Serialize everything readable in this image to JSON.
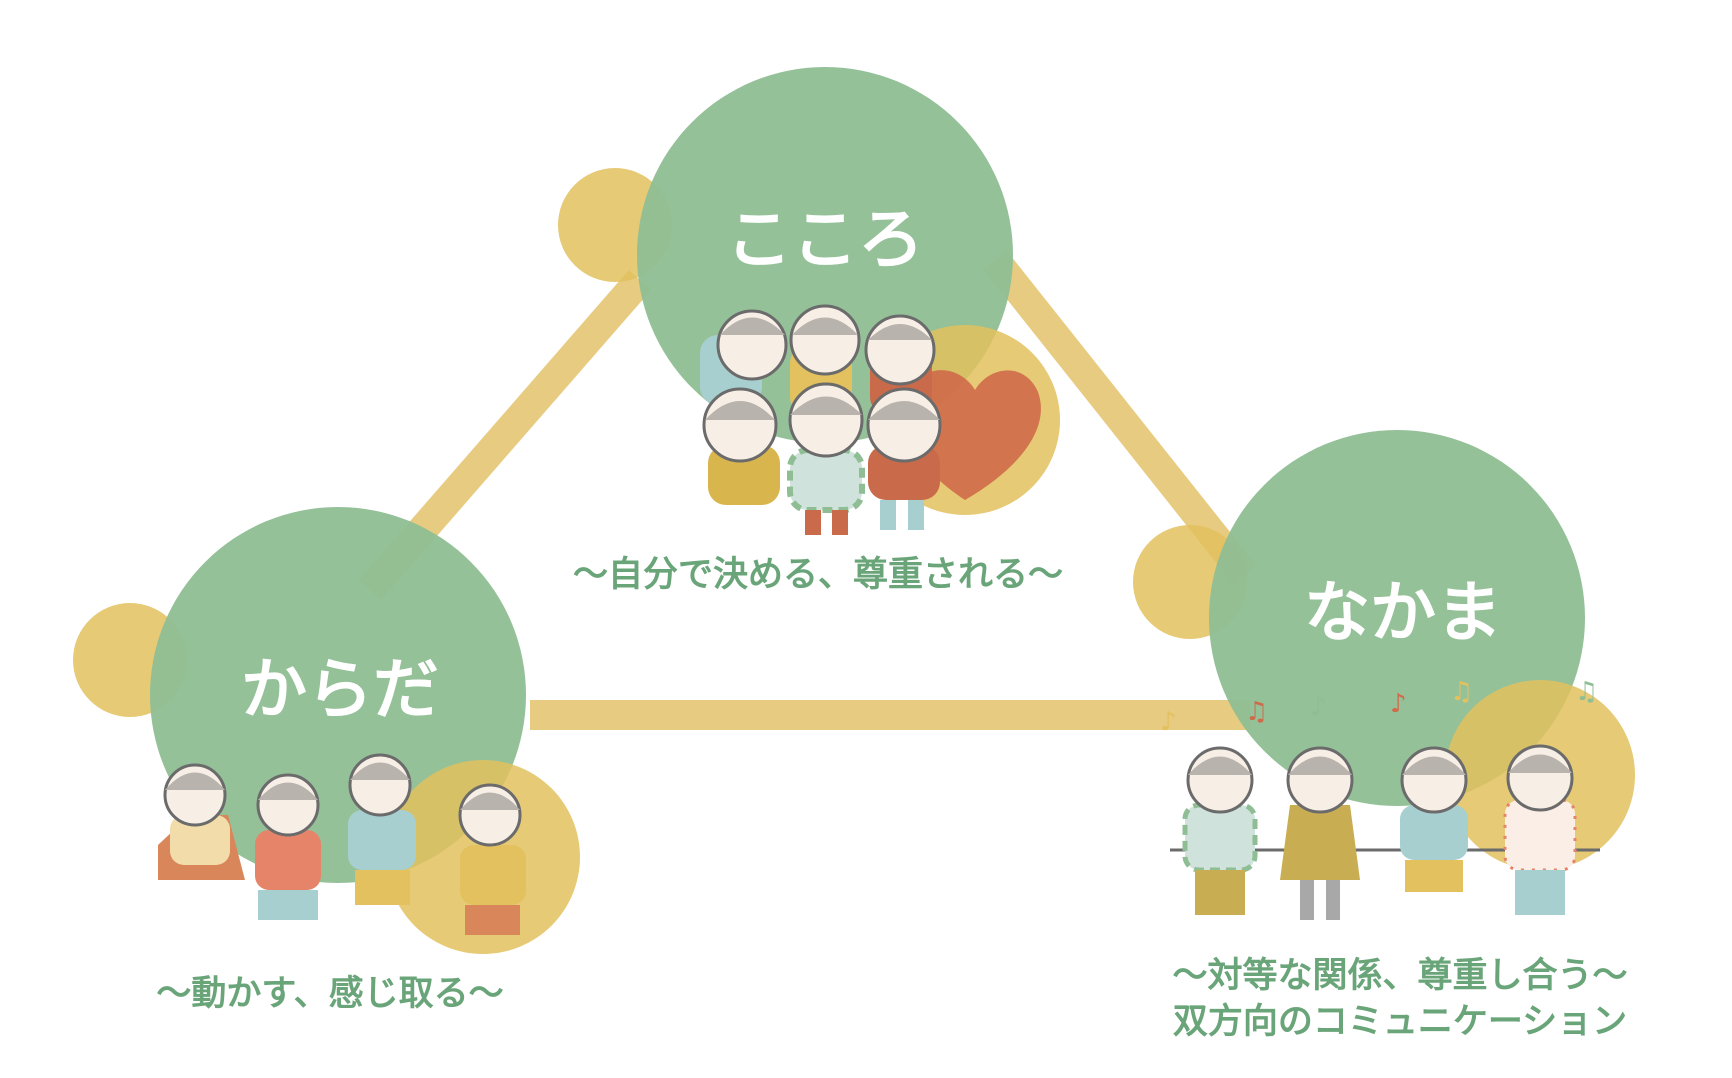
{
  "colors": {
    "green": "#8fbe94",
    "gold": "#e2c15e",
    "triangle_line": "#e7cb80",
    "caption": "#6aa57a",
    "heart": "#cf6a4a"
  },
  "nodes": {
    "kokoro": {
      "title": "こころ",
      "caption": "〜自分で決める、尊重される〜"
    },
    "karada": {
      "title": "からだ",
      "caption": "〜動かす、感じ取る〜"
    },
    "nakama": {
      "title": "なかま",
      "caption_line1": "〜対等な関係、尊重し合う〜",
      "caption_line2": "双方向のコミュニケーション"
    }
  }
}
